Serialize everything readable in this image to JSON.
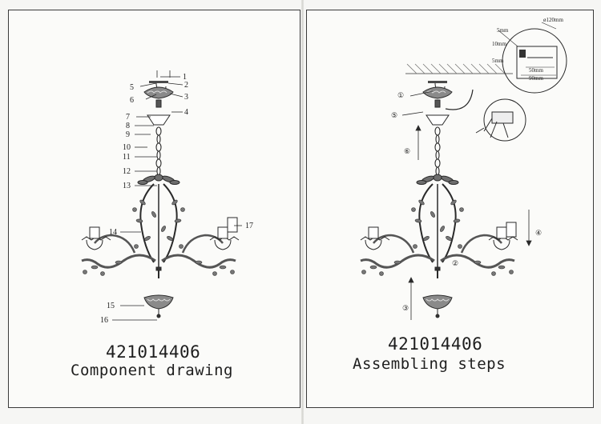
{
  "left_page": {
    "product_code": "421014406",
    "caption": "Component drawing",
    "part_labels": [
      "1",
      "2",
      "3",
      "4",
      "5",
      "6",
      "7",
      "8",
      "9",
      "10",
      "11",
      "12",
      "13",
      "14",
      "15",
      "16",
      "17"
    ]
  },
  "right_page": {
    "product_code": "421014406",
    "caption": "Assembling steps",
    "step_labels": [
      "①",
      "②",
      "③",
      "④",
      "⑤",
      "⑥"
    ],
    "detail_dimensions": {
      "diameter": "ø120mm",
      "d1": "5mm",
      "d2": "10mm",
      "d3": "5mm",
      "d4": "50mm",
      "d5": "90mm"
    }
  }
}
